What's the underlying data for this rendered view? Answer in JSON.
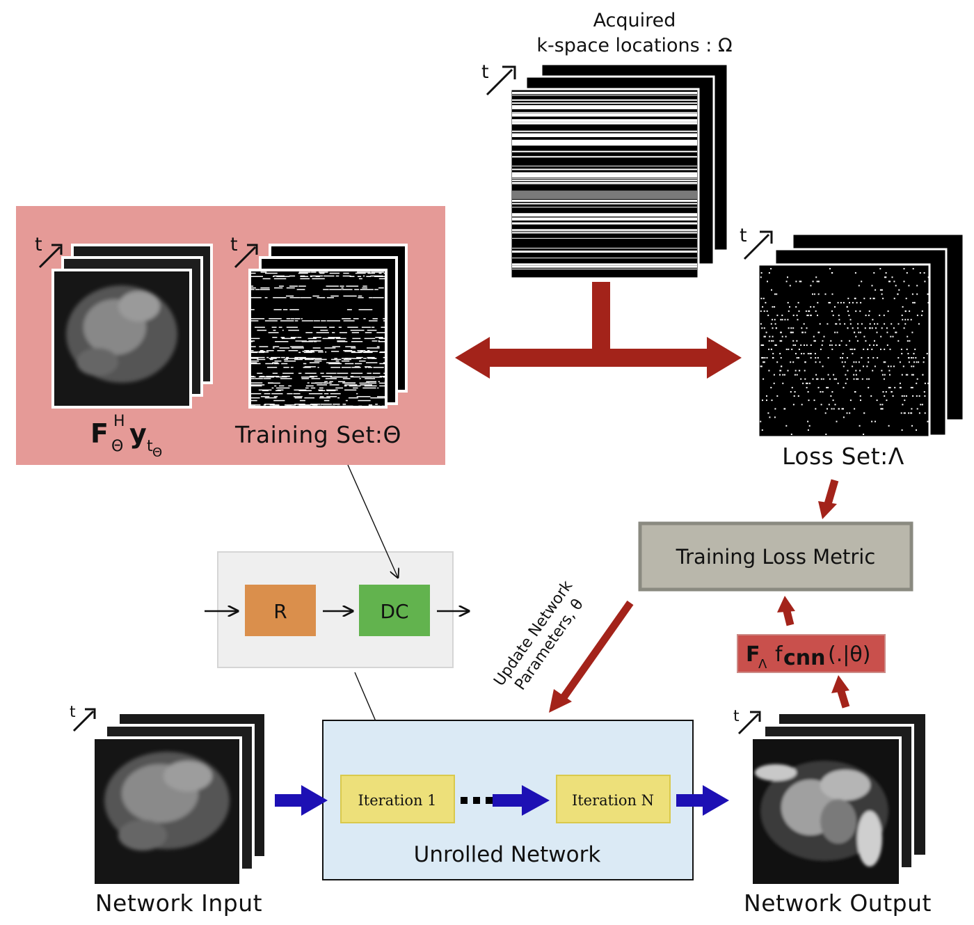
{
  "labels": {
    "kspace_title_line1": "Acquired",
    "kspace_title_line2": "k-space locations : Ω",
    "t": "t",
    "fh_main": "F",
    "fh_sup": "H",
    "fh_sub": "Θ",
    "fh_y": "y",
    "fh_ysub": "t",
    "fh_ysubsub": "Θ",
    "training_set": "Training Set:Θ",
    "loss_set": "Loss Set:Λ",
    "training_loss_metric": "Training Loss Metric",
    "r_block": "R",
    "dc_block": "DC",
    "update_line1": "Update Network",
    "update_line2": "Parameters, θ",
    "flambda_f": "F",
    "flambda_sub": "Λ",
    "flambda_fn": "f",
    "flambda_cnn": "cnn",
    "flambda_args": "(.|θ)",
    "iteration_1": "Iteration 1",
    "iteration_n": "Iteration N",
    "unrolled_network": "Unrolled Network",
    "network_input": "Network Input",
    "network_output": "Network Output"
  },
  "colors": {
    "pink_panel": "#e59a97",
    "grey_panel": "#efefef",
    "blue_panel": "#dbeaf5",
    "iteration_fill": "#ede07a",
    "r_fill": "#da8f4c",
    "dc_fill": "#62b34e",
    "loss_fill": "#b9b7ab",
    "flambda_fill": "#c9504c",
    "red_arrow": "#a3231a",
    "blue_arrow": "#1d10b4"
  }
}
